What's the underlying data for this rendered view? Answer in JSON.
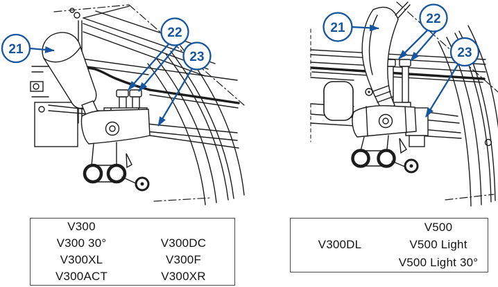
{
  "colors": {
    "callout_blue": "#16559F",
    "line_black": "#1c1c1c",
    "box_border": "#4a4a4a"
  },
  "left_diagram": {
    "description": "clamp-assembly-with-round-knob-lever",
    "callouts": {
      "c21": "21",
      "c22": "22",
      "c23": "23"
    }
  },
  "right_diagram": {
    "description": "clamp-assembly-with-curved-lever",
    "callouts": {
      "c21": "21",
      "c22": "22",
      "c23": "23"
    }
  },
  "left_box": {
    "rows": [
      {
        "col1": "V300",
        "col2": ""
      },
      {
        "col1": "V300 30°",
        "col2": "V300DC"
      },
      {
        "col1": "V300XL",
        "col2": "V300F"
      },
      {
        "col1": "V300ACT",
        "col2": "V300XR"
      }
    ]
  },
  "right_box": {
    "rows": [
      {
        "col1": "",
        "col2": "V500"
      },
      {
        "col1": "V300DL",
        "col2": "V500 Light"
      },
      {
        "col1": "",
        "col2": "V500 Light 30°"
      }
    ]
  }
}
